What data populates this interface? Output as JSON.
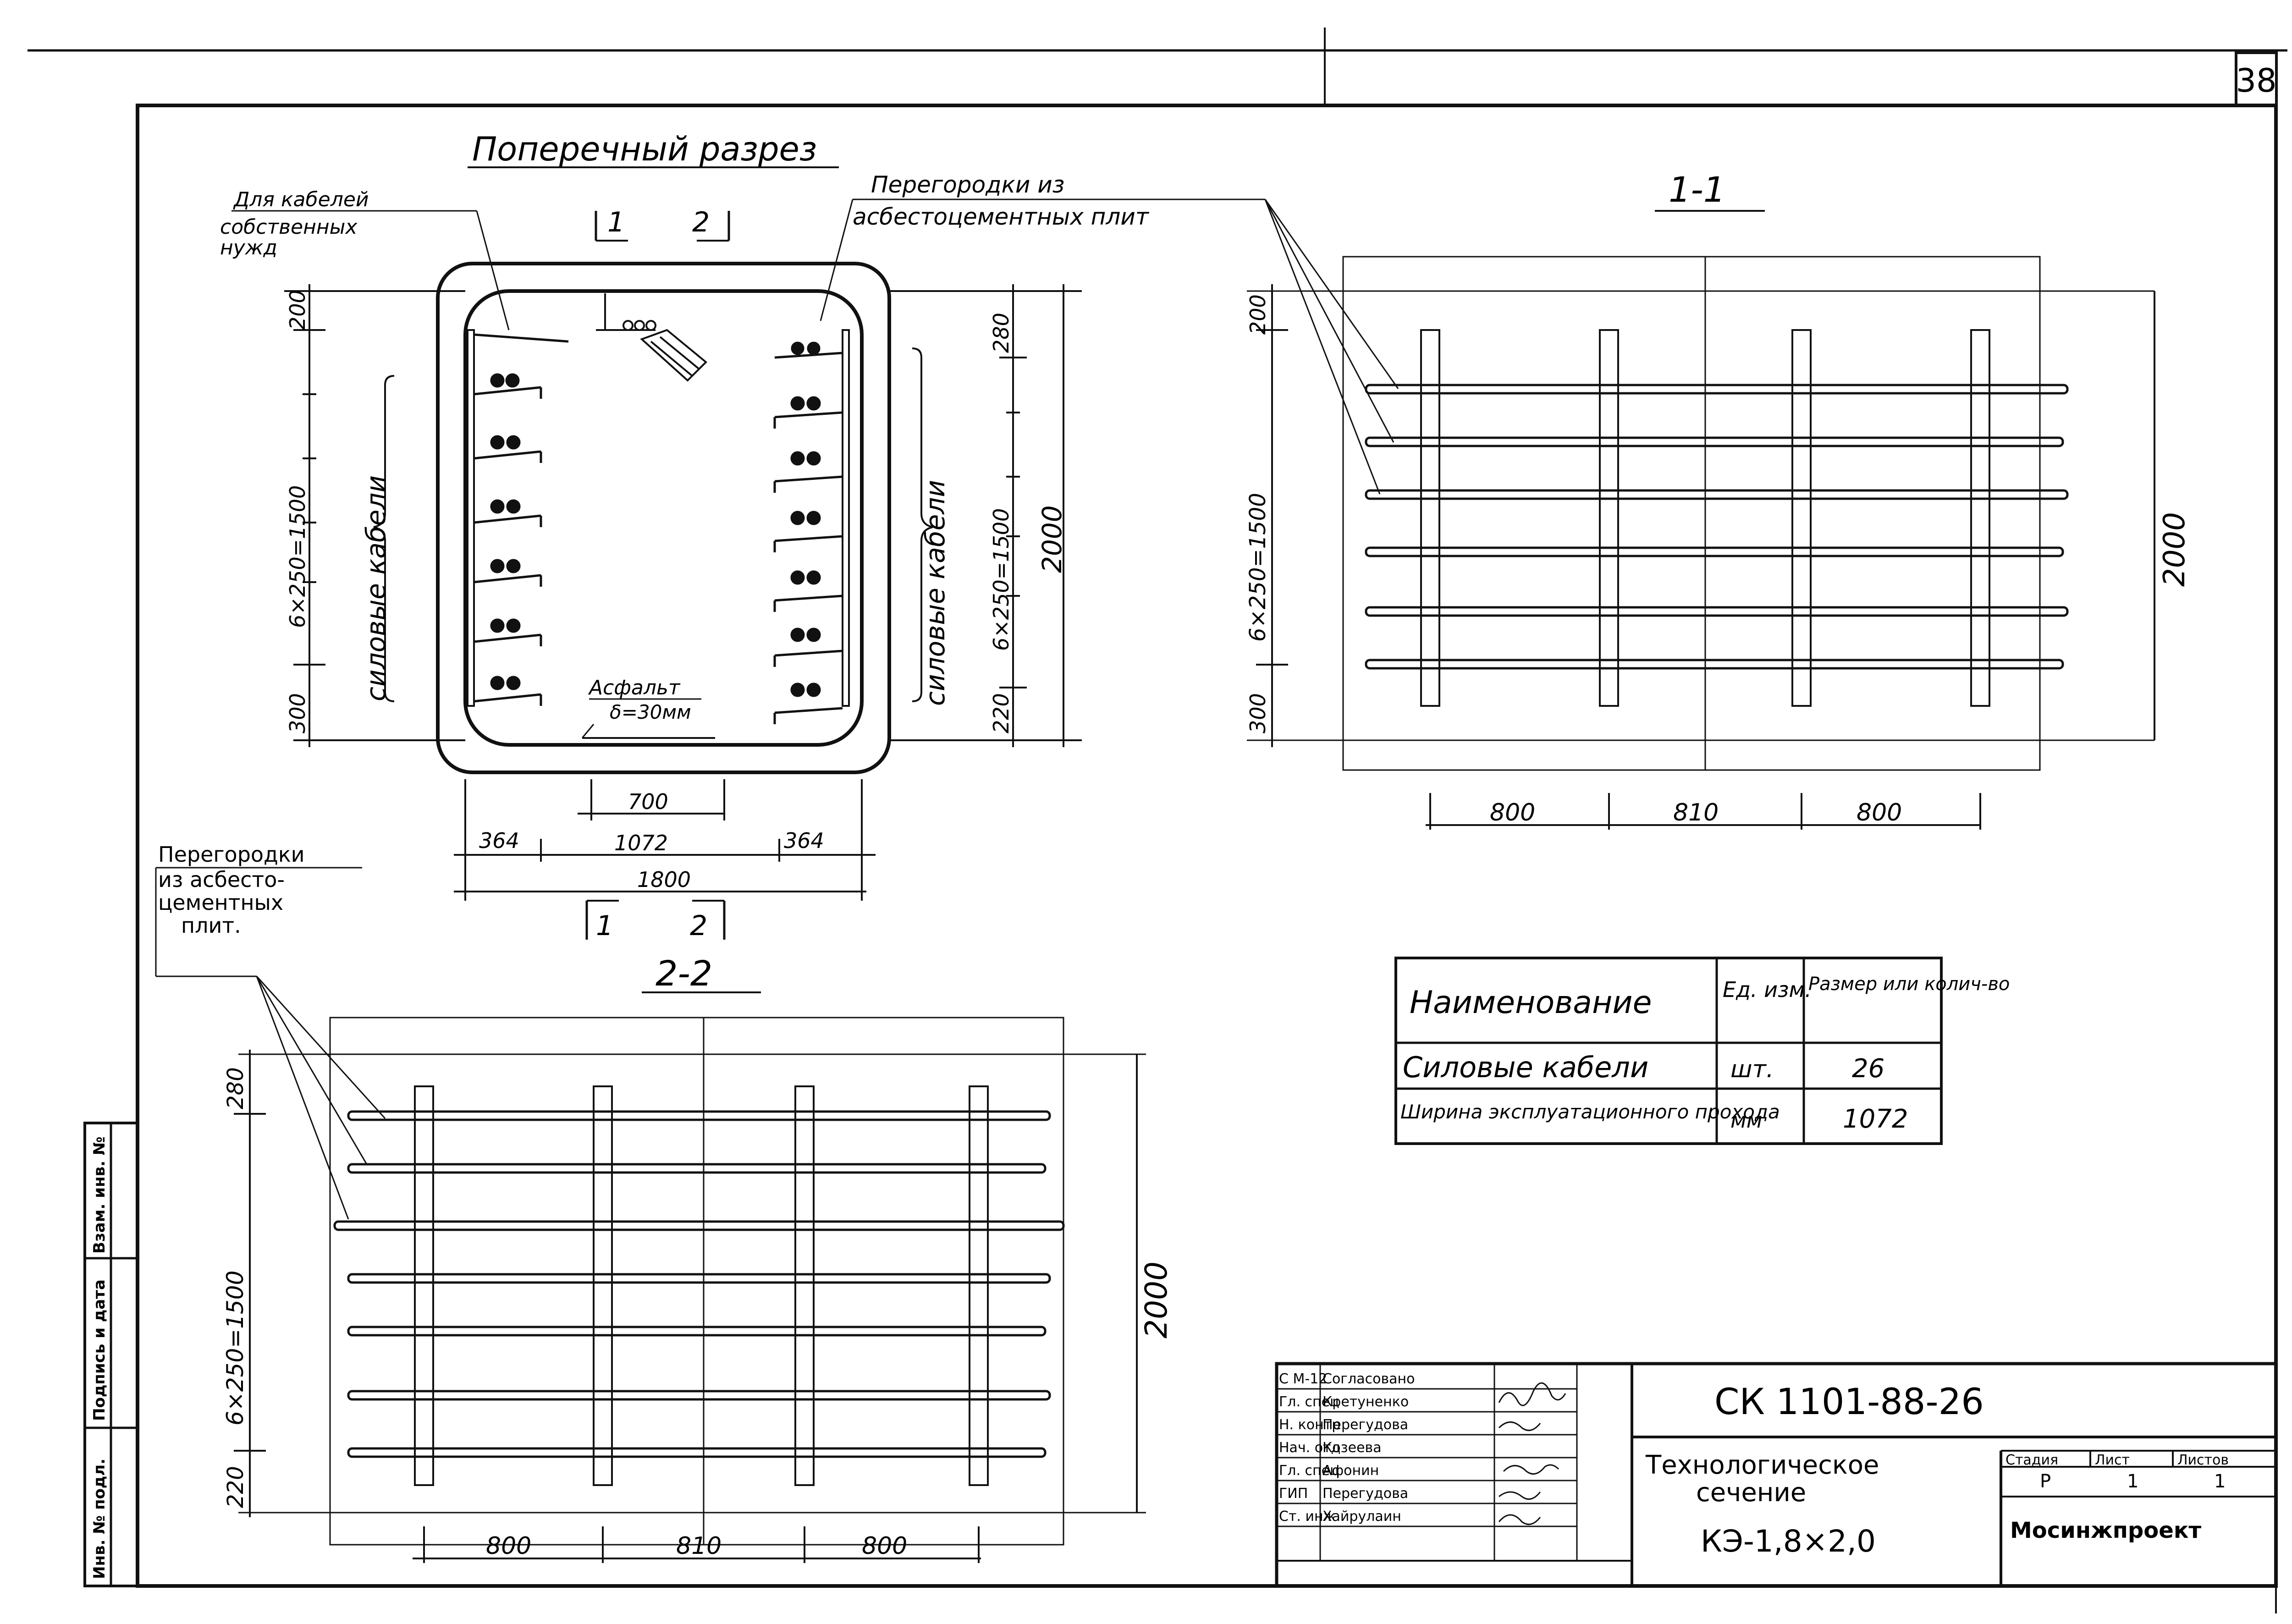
{
  "sheet_number": "38",
  "views": {
    "cross_section": {
      "title": "Поперечный разрез",
      "label_own_needs": [
        "Для кабелей",
        "собственных",
        "нужд"
      ],
      "label_partitions": [
        "Перегородки из",
        "асбестоцементных плит"
      ],
      "label_power_cables": "силовые кабели",
      "label_asphalt": [
        "Асфальт",
        "δ=30мм"
      ],
      "section_marks": [
        "1",
        "2"
      ],
      "dim_left": [
        "200",
        "6×250=1500",
        "300"
      ],
      "dim_right": [
        "280",
        "6×250=1500",
        "220",
        "2000"
      ],
      "dim_bottom": [
        "700",
        "364",
        "1072",
        "364",
        "1800"
      ]
    },
    "section_1_1": {
      "title": "1-1",
      "dim_left": [
        "200",
        "6×250=1500",
        "300"
      ],
      "dim_right": [
        "2000"
      ],
      "dim_bottom": [
        "800",
        "810",
        "800"
      ]
    },
    "section_2_2": {
      "title": "2-2",
      "partitions_label": [
        "Перегородки",
        "из асбесто-",
        "цементных",
        "плит."
      ],
      "dim_left": [
        "280",
        "6×250=1500",
        "220"
      ],
      "dim_right": [
        "2000"
      ],
      "dim_bottom": [
        "800",
        "810",
        "800"
      ]
    }
  },
  "spec_table": {
    "headers": [
      "Наименование",
      "Ед. изм.",
      "Размер или колич-во"
    ],
    "rows": [
      [
        "Силовые кабели",
        "шт.",
        "26"
      ],
      [
        "Ширина эксплуатационного прохода",
        "мм",
        "1072"
      ]
    ]
  },
  "title_block": {
    "code": "СК 1101-88-26",
    "title_line1": "Технологическое",
    "title_line2": "сечение",
    "title_line3": "КЭ-1,8×2,0",
    "stage_header": "Стадия",
    "sheet_header": "Лист",
    "sheets_header": "Листов",
    "stage": "Р",
    "sheet": "1",
    "sheets": "1",
    "org": "Мосинжпроект",
    "signers": [
      [
        "С М-12",
        "Согласовано"
      ],
      [
        "Гл. спец",
        "Кретуненко"
      ],
      [
        "Н. контр",
        "Перегудова"
      ],
      [
        "Нач. отд",
        "Козеева"
      ],
      [
        "Гл. спец",
        "Афонин"
      ],
      [
        "ГИП",
        "Перегудова"
      ],
      [
        "Ст. инж",
        "Хайрулаин"
      ]
    ]
  },
  "side_stamp": [
    "Инв. № подл.",
    "Подпись и дата",
    "Взам. инв. №"
  ]
}
